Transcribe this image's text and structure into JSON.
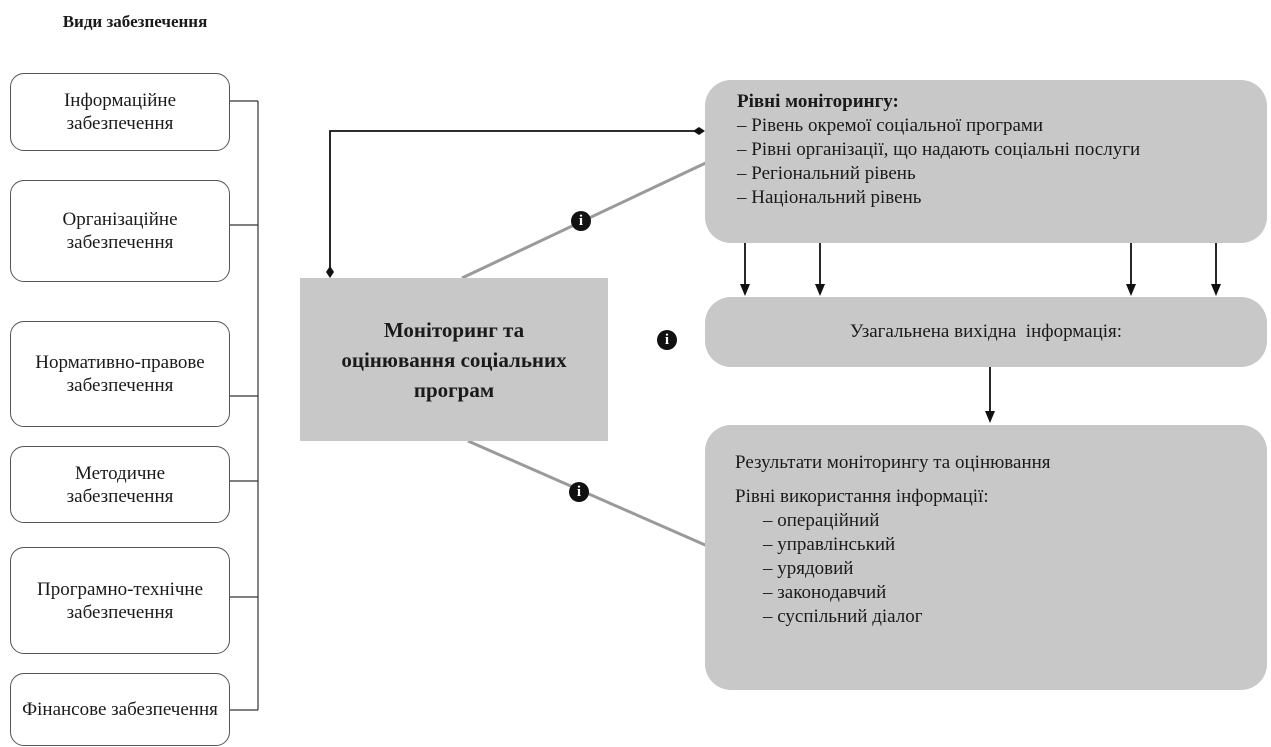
{
  "sidebar": {
    "title": "Види забезпечення",
    "items": [
      {
        "label": "Інформаційне забезпечення"
      },
      {
        "label": "Організаційне забезпечення"
      },
      {
        "label": "Нормативно-правове забезпечення"
      },
      {
        "label": "Методичне забезпечення"
      },
      {
        "label": "Програмно-технічне забезпечення"
      },
      {
        "label": "Фінансове забезпечення"
      }
    ]
  },
  "center": {
    "label": "Моніторинг та оцінювання соціальних програм"
  },
  "levels": {
    "title": "Рівні моніторингу:",
    "items": [
      "– Рівень окремої соціальної програми",
      "– Рівні організації, що надають соціальні послуги",
      "– Регіональний рівень",
      "– Національний рівень"
    ]
  },
  "output": {
    "label": "Узагальнена вихідна  інформація:"
  },
  "results": {
    "title": "Результати моніторингу та оцінювання",
    "subtitle": "Рівні використання інформації:",
    "items": [
      "– операційний",
      "– управлінський",
      "– урядовий",
      "– законодавчий",
      "– суспільний діалог"
    ]
  },
  "info_icon": {
    "glyph": "i"
  }
}
